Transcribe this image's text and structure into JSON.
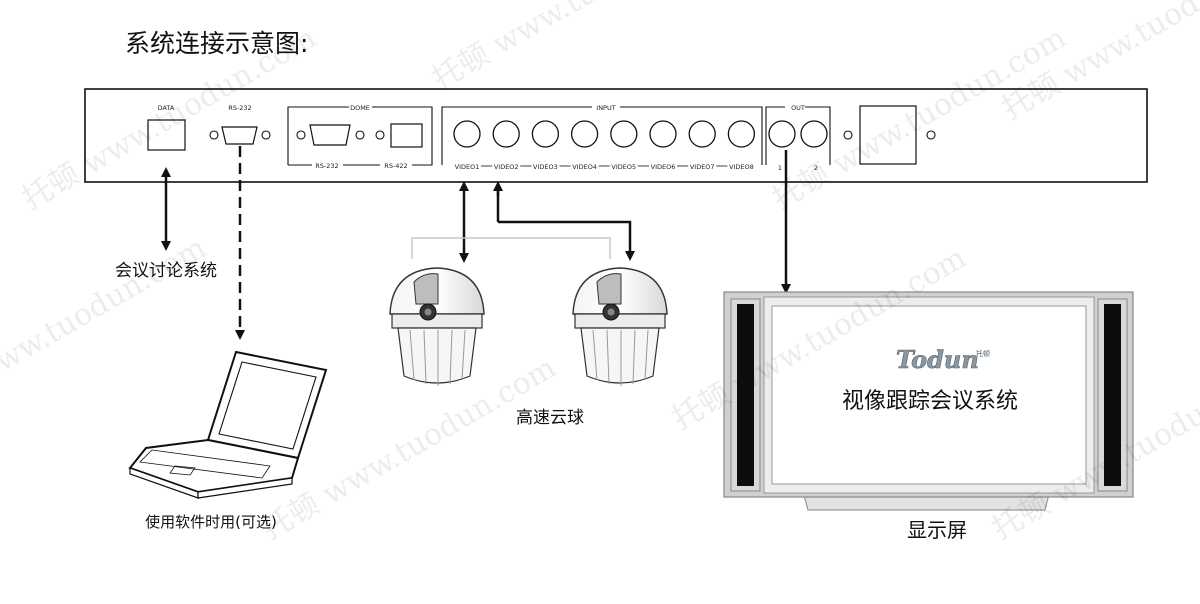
{
  "title": "系统连接示意图:",
  "rack_panel": {
    "data_port_label": "DATA",
    "rs232_port_label": "RS-232",
    "dome_group_label": "DOME",
    "dome_rs232_label": "RS-232",
    "dome_rs422_label": "RS-422",
    "input_group_label": "INPUT",
    "input_labels": [
      "VIDEO1",
      "VIDEO2",
      "VIDEO3",
      "VIDEO4",
      "VIDEO5",
      "VIDEO6",
      "VIDEO7",
      "VIDEO8"
    ],
    "output_group_label": "OUT",
    "output_labels": [
      "1",
      "2"
    ]
  },
  "devices": {
    "conference_system_label": "会议讨论系统",
    "laptop_label": "使用软件时用(可选)",
    "speed_dome_label": "高速云球",
    "display_label": "显示屏",
    "screen_logo": "Todun",
    "screen_logo_small": "托顿",
    "screen_text": "视像跟踪会议系统"
  },
  "watermarks": [
    {
      "text": "托顿 www.tuodun.com"
    }
  ]
}
